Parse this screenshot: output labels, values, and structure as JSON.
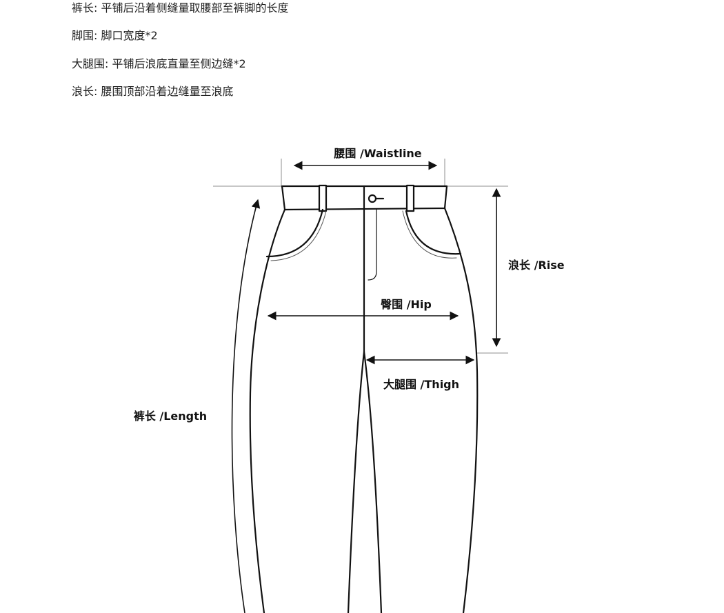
{
  "notes": [
    "裤长: 平铺后沿着侧缝量取腰部至裤脚的长度",
    "脚围: 脚口宽度*2",
    "大腿围: 平铺后浪底直量至侧边缝*2",
    "浪长: 腰围顶部沿着边缝量至浪底"
  ],
  "labels": {
    "waistline": "腰围 /Waistline",
    "rise": "浪长 /Rise",
    "hip": "臀围 /Hip",
    "thigh": "大腿围 /Thigh",
    "length": "裤长 /Length"
  }
}
